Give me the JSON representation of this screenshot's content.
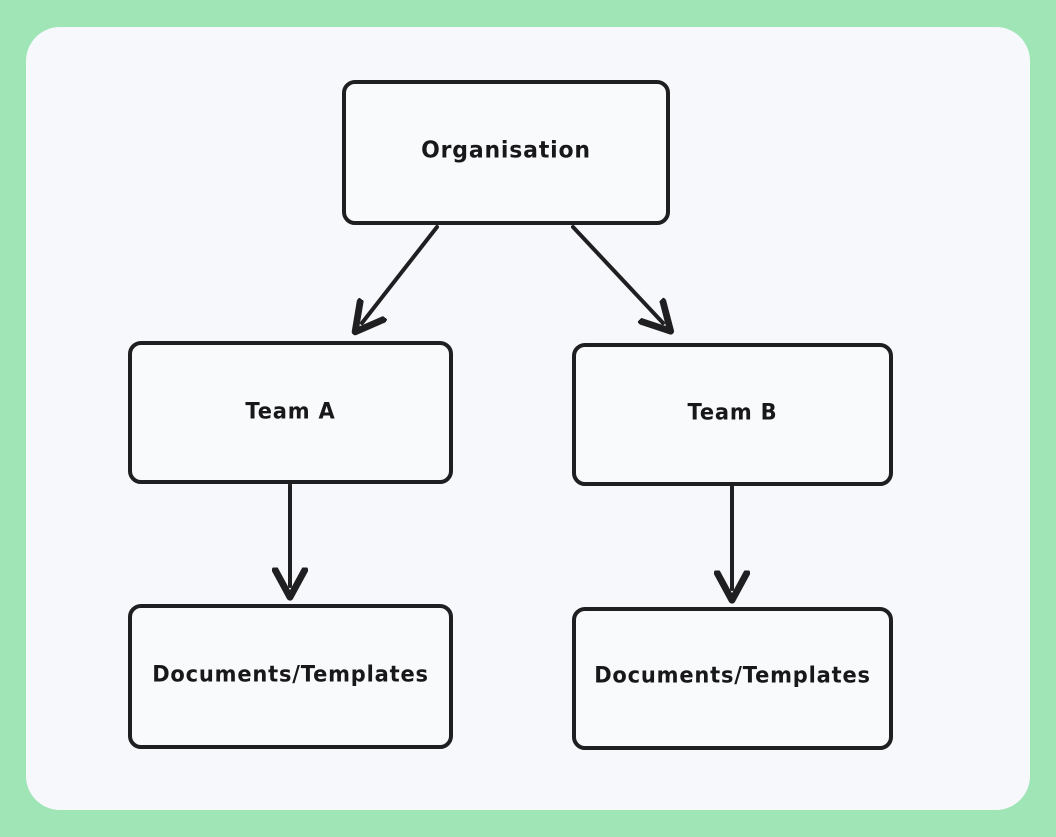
{
  "canvas": {
    "background_color": "#9fe5b6",
    "card_color": "#f7f8fc",
    "stroke_color": "#1f1f22",
    "text_color": "#18181b"
  },
  "diagram": {
    "type": "flowchart",
    "title": "",
    "nodes": [
      {
        "id": "organisation",
        "label": "Organisation",
        "shape": "rectangle",
        "level": 0
      },
      {
        "id": "team_a",
        "label": "Team A",
        "shape": "rectangle",
        "level": 1
      },
      {
        "id": "team_b",
        "label": "Team B",
        "shape": "rectangle",
        "level": 1
      },
      {
        "id": "docs_a",
        "label": "Documents/Templates",
        "shape": "rectangle",
        "level": 2
      },
      {
        "id": "docs_b",
        "label": "Documents/Templates",
        "shape": "rectangle",
        "level": 2
      }
    ],
    "edges": [
      {
        "from": "organisation",
        "to": "team_a",
        "style": "solid",
        "arrow": "end",
        "label": ""
      },
      {
        "from": "organisation",
        "to": "team_b",
        "style": "solid",
        "arrow": "end",
        "label": ""
      },
      {
        "from": "team_a",
        "to": "docs_a",
        "style": "solid",
        "arrow": "end",
        "label": ""
      },
      {
        "from": "team_b",
        "to": "docs_b",
        "style": "solid",
        "arrow": "end",
        "label": ""
      }
    ]
  }
}
